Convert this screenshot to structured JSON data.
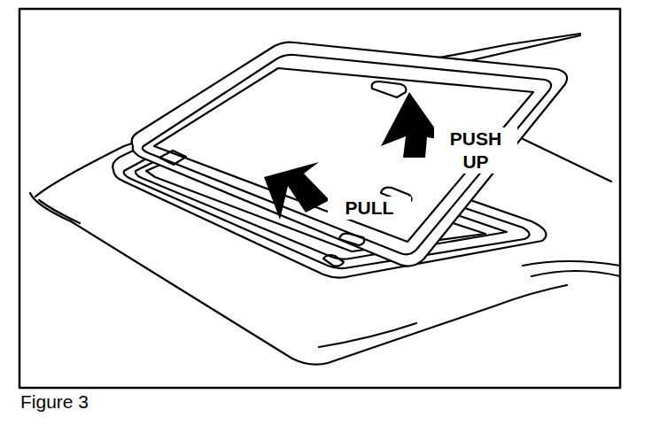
{
  "diagram": {
    "caption": "Figure 3",
    "labels": [
      "PUSH UP",
      "PULL"
    ]
  }
}
